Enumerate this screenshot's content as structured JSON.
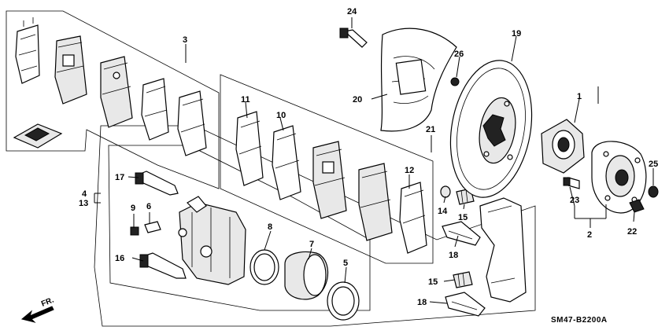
{
  "diagram": {
    "part_numbers": [
      "24",
      "3",
      "26",
      "19",
      "20",
      "11",
      "10",
      "1",
      "21",
      "17",
      "12",
      "4",
      "13",
      "25",
      "14",
      "15",
      "9",
      "6",
      "23",
      "8",
      "7",
      "22",
      "2",
      "18",
      "16",
      "5",
      "15",
      "18"
    ],
    "assembly_code": "SM47-B2200A",
    "front_label": "FR."
  },
  "icons": {
    "front_arrow": "arrow-left-down-icon"
  }
}
